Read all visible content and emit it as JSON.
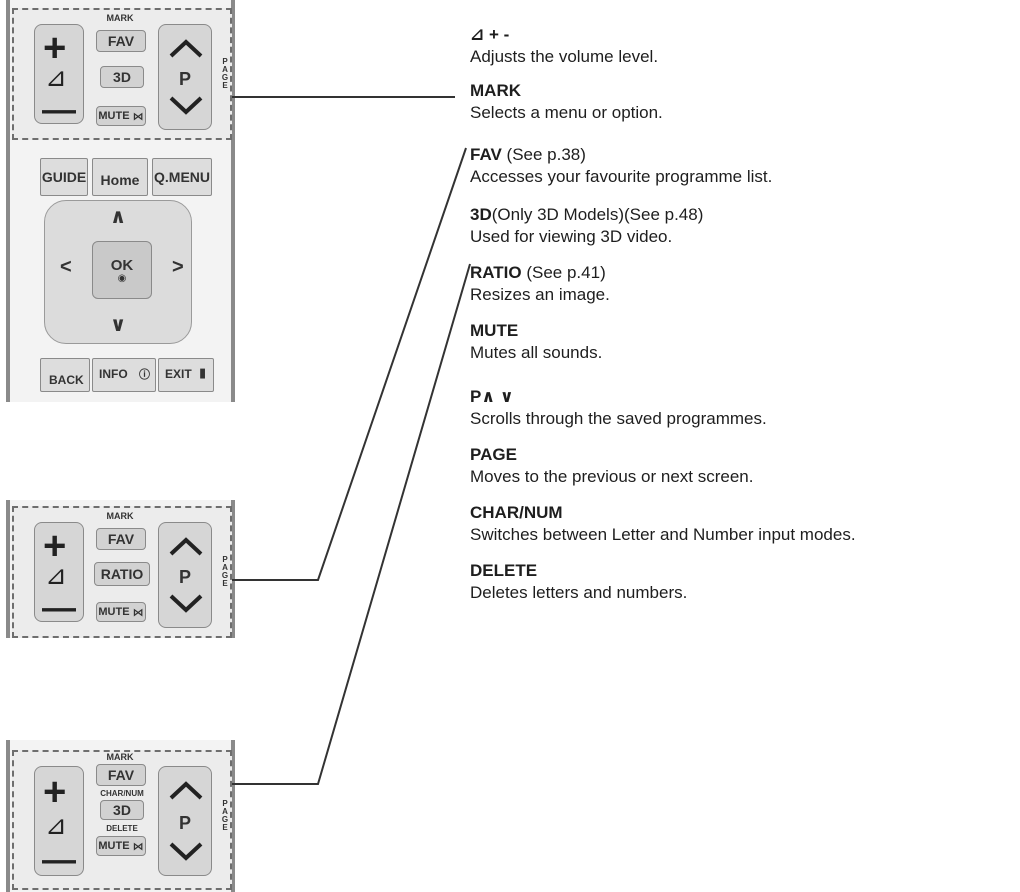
{
  "remote": {
    "mark": "MARK",
    "fav": "FAV",
    "three_d": "3D",
    "ratio": "RATIO",
    "mute": "MUTE",
    "mute_sym": "⋈",
    "p": "P",
    "page_letters": "PAGE",
    "plus": "+",
    "minus": "—",
    "volume_icon": "⊿",
    "guide": "GUIDE",
    "home": "Home",
    "qmenu": "Q.MENU",
    "ok": "OK",
    "back": "BACK",
    "info": "INFO",
    "exit": "EXIT",
    "char_num": "CHAR/NUM",
    "delete": "DELETE"
  },
  "descriptions": [
    {
      "title": "⊿ + -",
      "note": "",
      "desc": "Adjusts the volume level."
    },
    {
      "title": "MARK",
      "note": "",
      "desc": "Selects a menu or option."
    },
    {
      "title": "FAV",
      "note": " (See p.38)",
      "desc": "Accesses your favourite programme list."
    },
    {
      "title": "3D",
      "note": "(Only 3D Models)(See p.48)",
      "desc": "Used for viewing 3D video."
    },
    {
      "title": "RATIO",
      "note": " (See p.41)",
      "desc": "Resizes an image."
    },
    {
      "title": "MUTE",
      "note": "",
      "desc": "Mutes all sounds."
    },
    {
      "title": "P∧ ∨",
      "note": "",
      "desc": "Scrolls through the saved programmes."
    },
    {
      "title": "PAGE",
      "note": "",
      "desc": "Moves to the previous or next screen."
    },
    {
      "title": "CHAR/NUM",
      "note": "",
      "desc": "Switches between Letter and Number input modes."
    },
    {
      "title": "DELETE",
      "note": "",
      "desc": "Deletes letters and numbers."
    }
  ],
  "colors": {
    "panel": "#f3f3f3",
    "key": "#d2d2d2",
    "line": "#333333"
  }
}
